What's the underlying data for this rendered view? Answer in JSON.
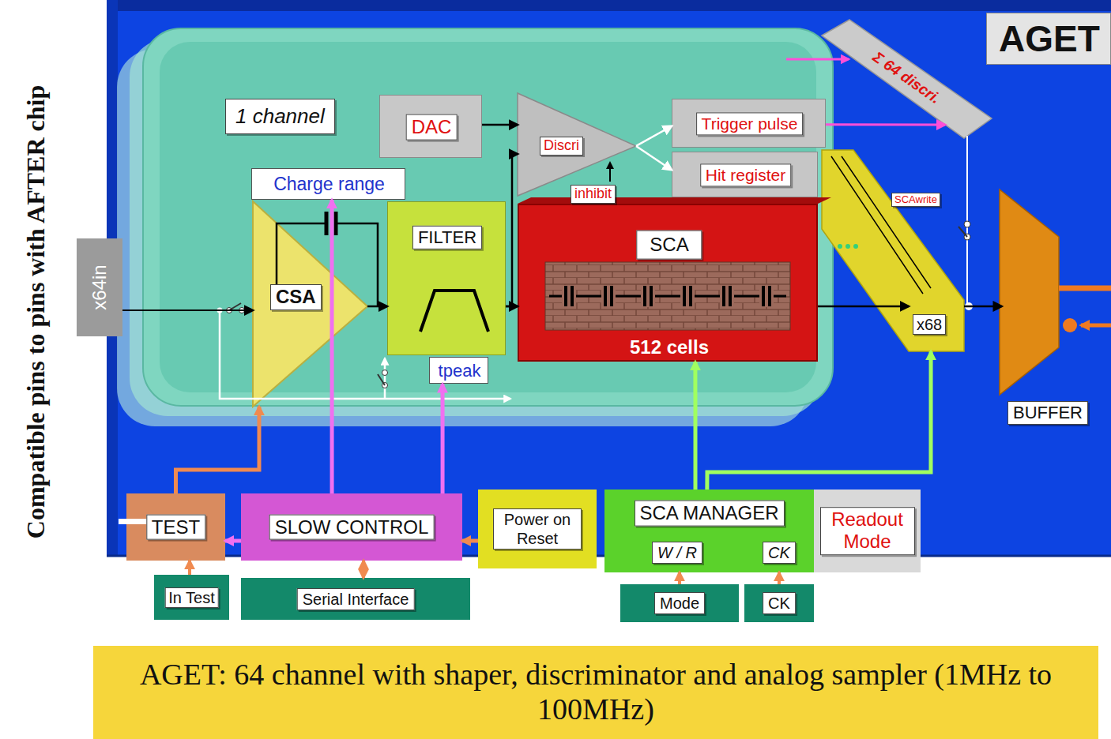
{
  "diagram": {
    "caption": "AGET: 64 channel with shaper, discriminator and analog sampler (1MHz to 100MHz)",
    "nodes": [
      {
        "text": [
          "x64in"
        ]
      },
      {
        "text": [
          "AGET"
        ]
      },
      {
        "text": [
          "Σ 64 discri."
        ]
      },
      {
        "text": [
          "1 channel"
        ]
      },
      {
        "text": [
          "DAC"
        ],
        "in": 3
      },
      {
        "text": [
          "Discri"
        ],
        "in": 3
      },
      {
        "text": [
          "Trigger pulse"
        ],
        "in": 3
      },
      {
        "text": [
          "Hit register"
        ],
        "in": 3
      },
      {
        "text": [
          "Charge range"
        ],
        "in": 3
      },
      {
        "text": [
          "CSA"
        ],
        "in": 3
      },
      {
        "text": [
          "FILTER"
        ],
        "in": 3
      },
      {
        "text": [
          "tpeak"
        ],
        "in": 3
      },
      {
        "text": [
          "SCA",
          "512 cells"
        ],
        "in": 3
      },
      {
        "text": [
          "x68"
        ]
      },
      {
        "text": [
          "BUFFER"
        ]
      },
      {
        "text": [
          "TEST"
        ]
      },
      {
        "text": [
          "In Test"
        ]
      },
      {
        "text": [
          "SLOW CONTROL"
        ]
      },
      {
        "text": [
          "Serial Interface"
        ]
      },
      {
        "text": [
          "Power on Reset"
        ]
      },
      {
        "text": [
          "SCA MANAGER",
          "W / R",
          "CK"
        ]
      },
      {
        "text": [
          "Readout Mode"
        ]
      },
      {
        "text": [
          "Mode"
        ]
      },
      {
        "text": [
          "CK"
        ]
      }
    ],
    "edges": [
      {
        "from": 4,
        "to": 5,
        "arrow": "to"
      },
      {
        "from": 5,
        "to": 6,
        "arrow": "to"
      },
      {
        "from": 5,
        "to": 7,
        "arrow": "to"
      },
      {
        "from": 6,
        "to": 2,
        "arrow": "to"
      },
      {
        "from": 0,
        "to": 9,
        "arrow": "to"
      },
      {
        "from": 9,
        "to": 10,
        "arrow": "to"
      },
      {
        "from": 10,
        "to": 12,
        "arrow": "to"
      },
      {
        "from": 10,
        "to": 5,
        "arrow": "to"
      },
      {
        "from": 12,
        "to": 13,
        "arrow": "to"
      },
      {
        "from": 13,
        "to": 14,
        "arrow": "to"
      },
      {
        "from": 15,
        "to": 9,
        "arrow": "to"
      },
      {
        "from": 17,
        "to": 15,
        "arrow": "to"
      },
      {
        "from": 17,
        "to": 8,
        "arrow": "to"
      },
      {
        "from": 17,
        "to": 11,
        "arrow": "to"
      },
      {
        "from": 19,
        "to": 17,
        "arrow": "to"
      },
      {
        "from": 16,
        "to": 15,
        "arrow": "to"
      },
      {
        "from": 18,
        "to": 17,
        "arrow": "both"
      },
      {
        "from": 20,
        "to": 12,
        "arrow": "to"
      },
      {
        "from": 20,
        "to": 13,
        "arrow": "to"
      },
      {
        "from": 22,
        "to": 20,
        "arrow": "to"
      },
      {
        "from": 23,
        "to": 20,
        "arrow": "to"
      }
    ],
    "labels": [
      "Compatible pins to pins with AFTER chip",
      "inhibit",
      "SCAwrite"
    ]
  }
}
